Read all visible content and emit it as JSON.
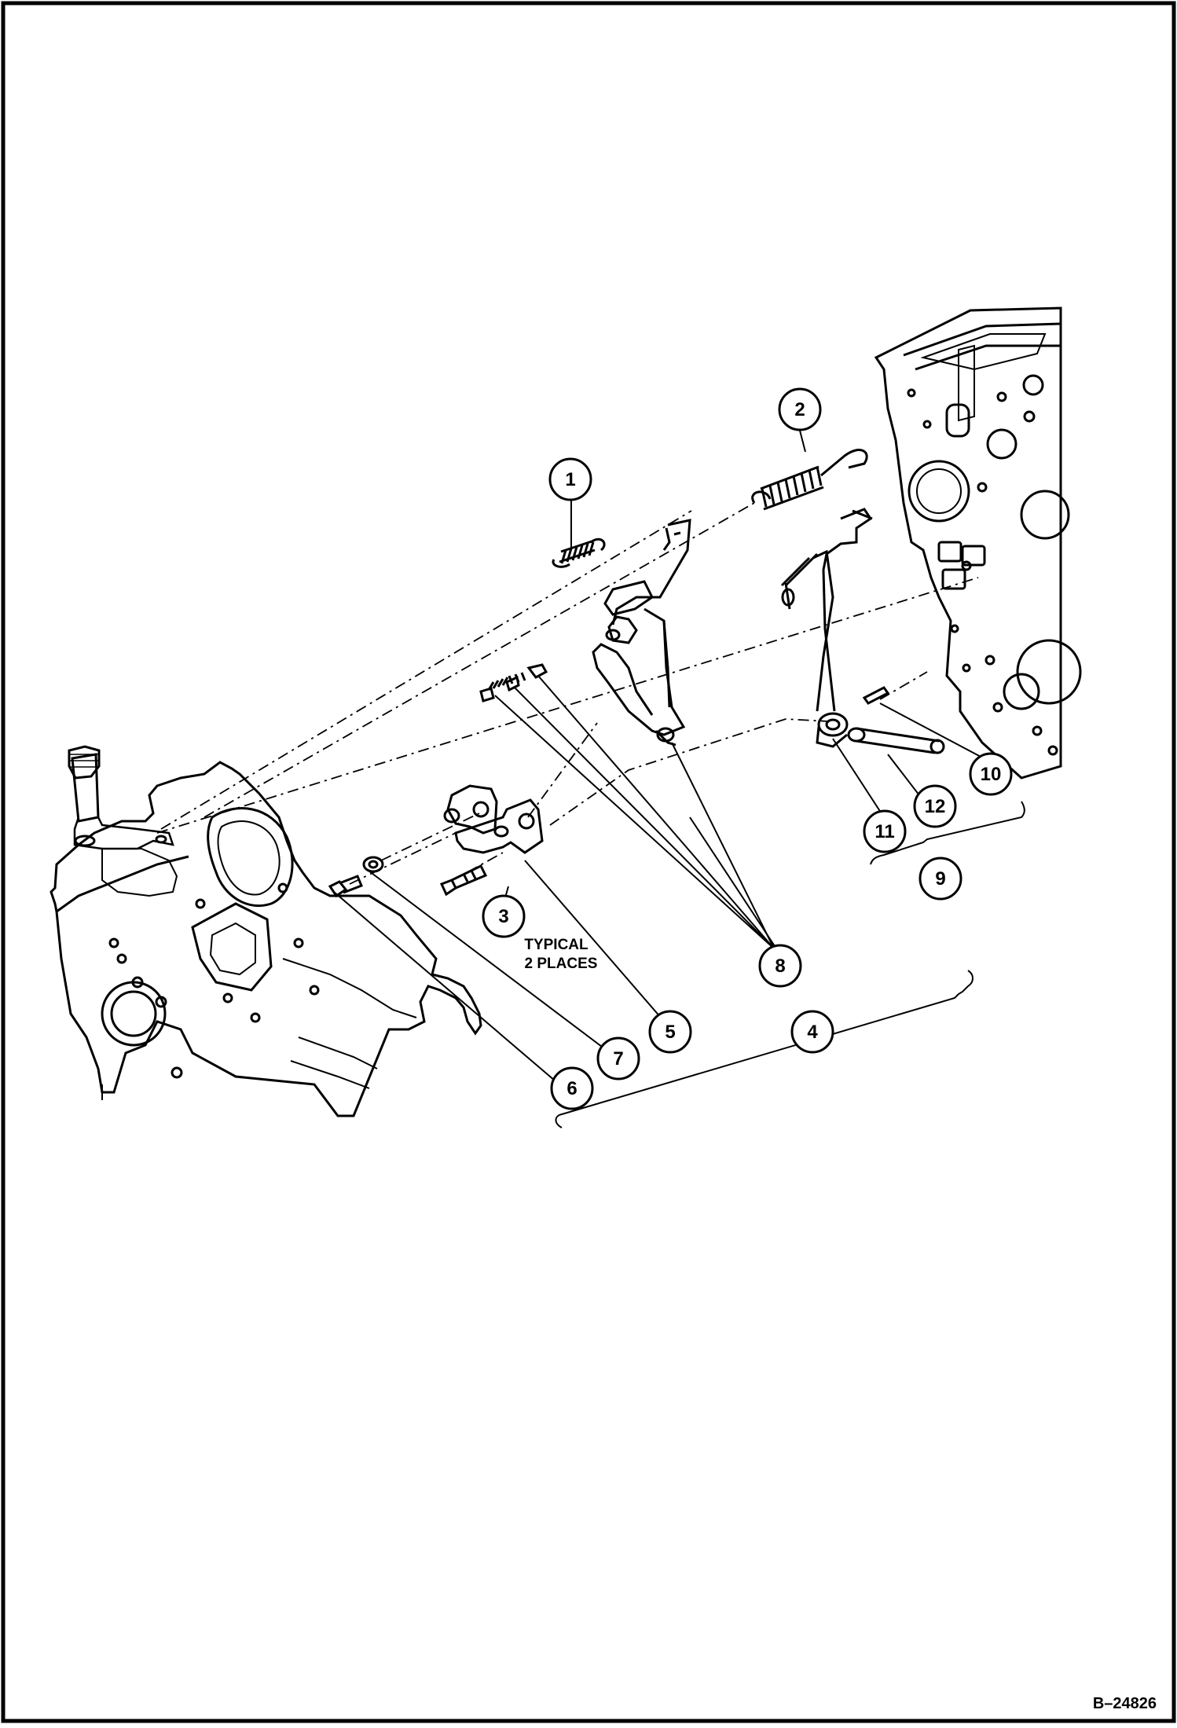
{
  "diagram": {
    "figure_code": "B–24826",
    "note": {
      "line1": "TYPICAL",
      "line2": "2 PLACES"
    },
    "callouts": [
      {
        "number": "1",
        "part": "spring-small"
      },
      {
        "number": "2",
        "part": "spring-large"
      },
      {
        "number": "3",
        "part": "bolt"
      },
      {
        "number": "4",
        "part": "lever-assembly"
      },
      {
        "number": "5",
        "part": "bracket"
      },
      {
        "number": "6",
        "part": "bolt"
      },
      {
        "number": "7",
        "part": "washer"
      },
      {
        "number": "8",
        "part": "pin-spring-set"
      },
      {
        "number": "9",
        "part": "lever-assembly"
      },
      {
        "number": "10",
        "part": "pin"
      },
      {
        "number": "11",
        "part": "washer"
      },
      {
        "number": "12",
        "part": "shaft"
      }
    ]
  }
}
